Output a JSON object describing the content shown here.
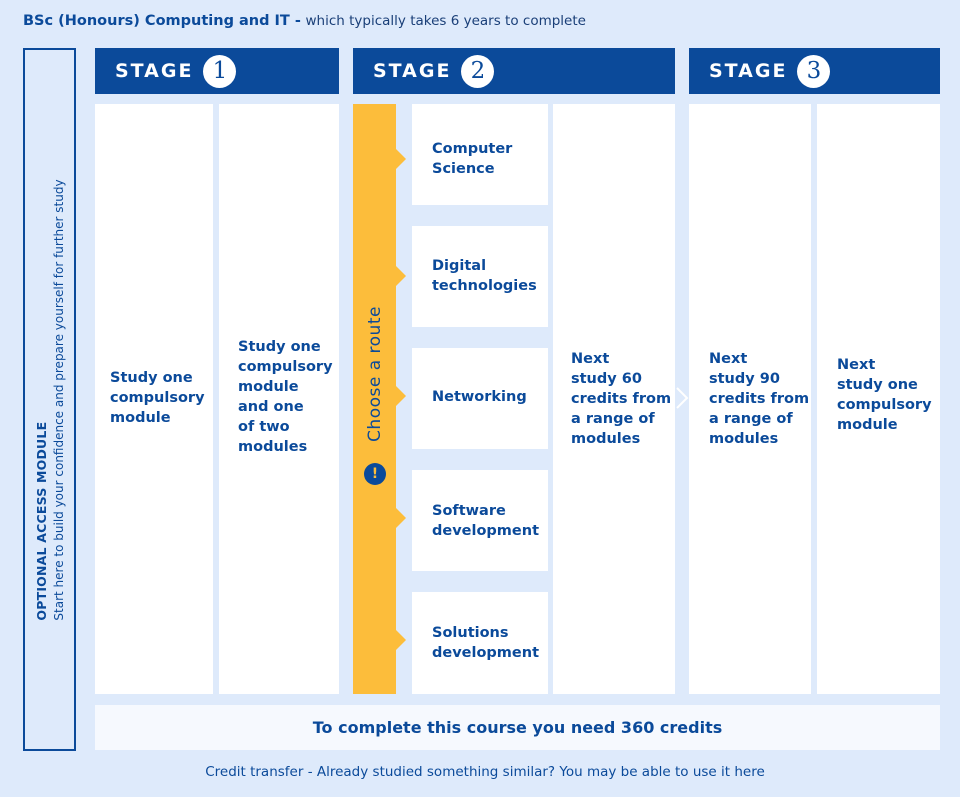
{
  "title": {
    "bold": "BSc (Honours) Computing and IT -",
    "sub": "which typically takes 6 years to complete"
  },
  "access_module": {
    "title": "OPTIONAL ACCESS MODULE",
    "subtitle": "Start here to build your confidence and prepare yourself for further study"
  },
  "stages": [
    {
      "label": "STAGE",
      "number": "1"
    },
    {
      "label": "STAGE",
      "number": "2"
    },
    {
      "label": "STAGE",
      "number": "3"
    }
  ],
  "stage1": {
    "col1": [
      "Study one",
      "compulsory",
      "module"
    ],
    "col2": [
      "Study one",
      "compulsory",
      "module",
      "and one",
      "of two",
      "modules"
    ]
  },
  "stage2": {
    "route_label": "Choose a route",
    "info_icon": "!",
    "routes": [
      [
        "Computer",
        "Science"
      ],
      [
        "Digital",
        "technologies"
      ],
      [
        "Networking"
      ],
      [
        "Software",
        "development"
      ],
      [
        "Solutions",
        "development"
      ]
    ],
    "next": [
      "Next",
      "study 60",
      "credits from",
      "a range of",
      "modules"
    ]
  },
  "stage3": {
    "col1": [
      "Next",
      "study 90",
      "credits from",
      "a range of",
      "modules"
    ],
    "col2": [
      "Next",
      "study one",
      "compulsory",
      "module"
    ]
  },
  "credits": "To complete this course you need 360 credits",
  "footer": "Credit transfer - Already studied something similar? You may be able to use it here",
  "colors": {
    "primary": "#0b4a9a",
    "background": "#deeafb",
    "route_accent": "#fcbd3b",
    "card": "#ffffff"
  }
}
